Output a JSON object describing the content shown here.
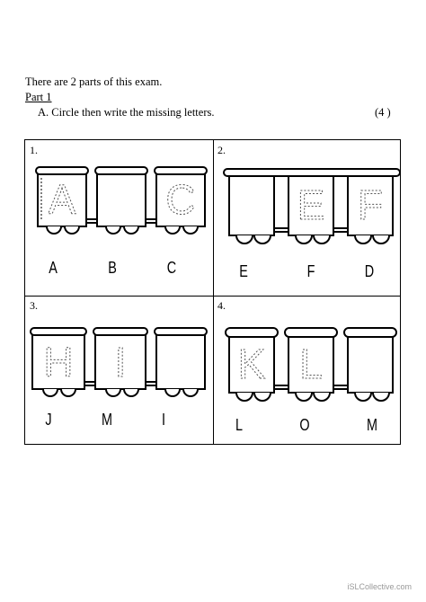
{
  "header": {
    "intro": "There are 2 parts of this exam.",
    "part_title": "Part 1",
    "instruction": "A. Circle then write the missing letters.",
    "points": "(4 )"
  },
  "exercises": [
    {
      "number": "1.",
      "traced": [
        "A",
        "",
        "C"
      ],
      "options": [
        "A",
        "B",
        "C"
      ]
    },
    {
      "number": "2.",
      "traced": [
        "",
        "E",
        "F"
      ],
      "options": [
        "E",
        "F",
        "D"
      ]
    },
    {
      "number": "3.",
      "traced": [
        "H",
        "I",
        ""
      ],
      "options": [
        "J",
        "M",
        "I"
      ]
    },
    {
      "number": "4.",
      "traced": [
        "K",
        "L",
        ""
      ],
      "options": [
        "L",
        "O",
        "M"
      ]
    }
  ],
  "footer": "iSLCollective.com"
}
